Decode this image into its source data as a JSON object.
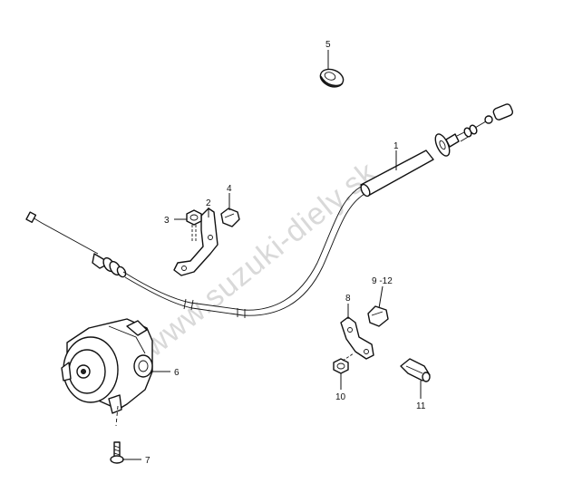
{
  "watermark": "www.suzuki-diely.sk",
  "callouts": {
    "p1": "1",
    "p2": "2",
    "p3": "3",
    "p4": "4",
    "p5": "5",
    "p6": "6",
    "p7": "7",
    "p8": "8",
    "p9_12": "9 -12",
    "p10": "10",
    "p11": "11"
  },
  "colors": {
    "ink": "#111111",
    "watermark": "#d9d9d9",
    "background": "#ffffff"
  }
}
